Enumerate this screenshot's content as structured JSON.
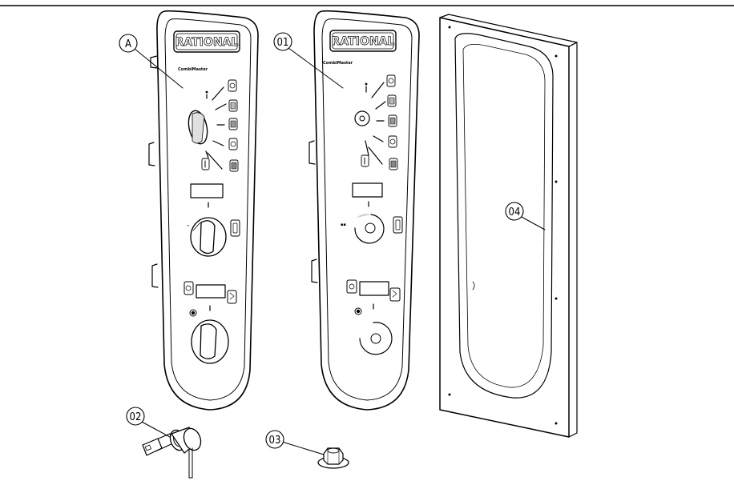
{
  "brand": "RATIONAL",
  "model": "CombiMaster",
  "callouts": {
    "a": "A",
    "c01": "01",
    "c02": "02",
    "c03": "03",
    "c04": "04"
  },
  "colors": {
    "line": "#000000",
    "panel_fill": "#ffffff",
    "shade": "#d9d9d9"
  }
}
